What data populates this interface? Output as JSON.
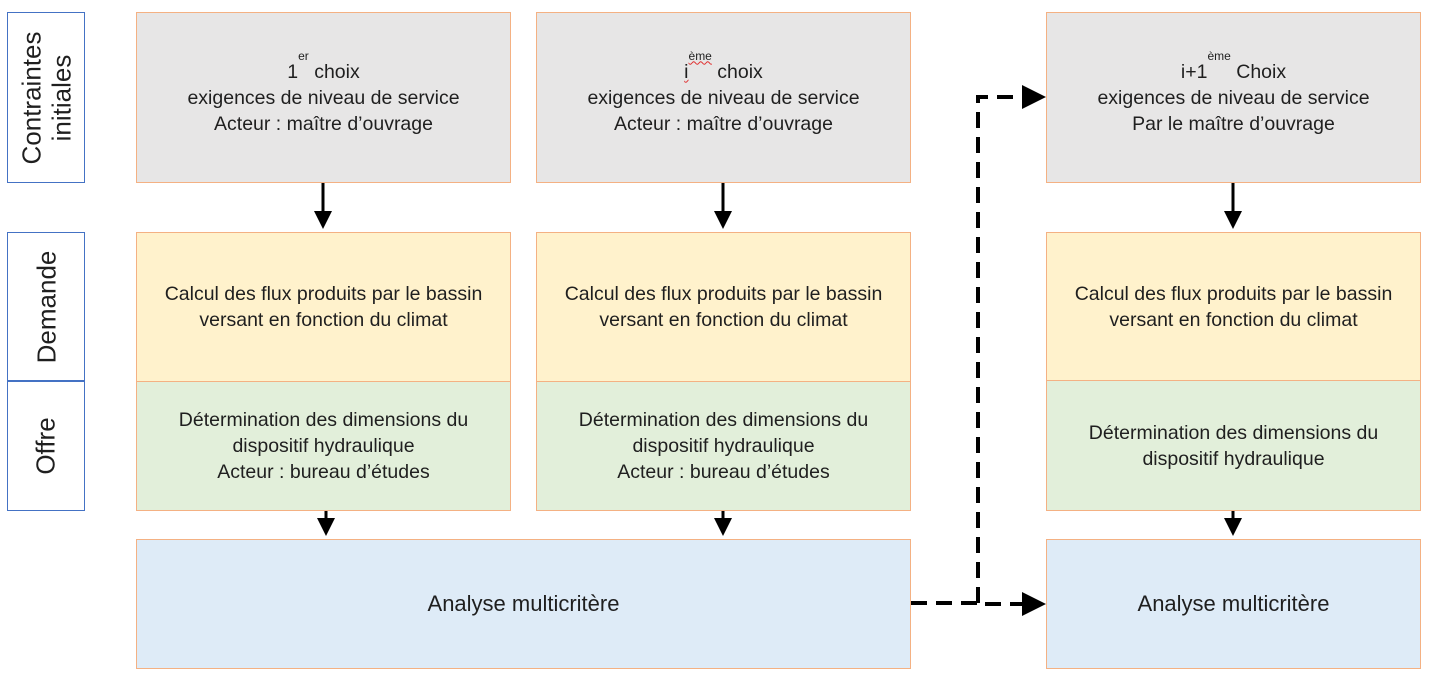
{
  "row_labels": {
    "contraintes_line1": "Contraintes",
    "contraintes_line2": "initiales",
    "demande": "Demande",
    "offre": "Offre"
  },
  "col1": {
    "choice_num": "1",
    "choice_sup": "er",
    "choice_word": " choix",
    "choice_line2": "exigences de niveau de service",
    "choice_line3": "Acteur : maître d’ouvrage",
    "demande_line1": "Calcul des flux produits par le bassin",
    "demande_line2": "versant en fonction du climat",
    "offre_line1": "Détermination des dimensions du",
    "offre_line2": "dispositif hydraulique",
    "offre_line3": "Acteur : bureau d’études"
  },
  "col2": {
    "choice_num": "i",
    "choice_sup": "ème",
    "choice_word": " choix",
    "choice_line2": "exigences de niveau de service",
    "choice_line3": "Acteur : maître d’ouvrage",
    "demande_line1": "Calcul des flux produits par le bassin",
    "demande_line2": "versant en fonction du climat",
    "offre_line1": "Détermination des dimensions du",
    "offre_line2": "dispositif hydraulique",
    "offre_line3": "Acteur : bureau d’études"
  },
  "col3": {
    "choice_num": "i+1",
    "choice_sup": "ème",
    "choice_word": " Choix",
    "choice_line2": "exigences de niveau de service",
    "choice_line3": "Par le maître d’ouvrage",
    "demande_line1": "Calcul des flux produits par le bassin",
    "demande_line2": "versant en fonction du climat",
    "offre_line1": "Détermination des dimensions du",
    "offre_line2": "dispositif hydraulique"
  },
  "analysis_left": "Analyse multicritère",
  "analysis_right": "Analyse multicritère",
  "colors": {
    "grey": "#e7e6e6",
    "yellow": "#fff2cc",
    "green": "#e2efda",
    "blue": "#deebf7",
    "box_border": "#f4b183",
    "label_border": "#4472c4"
  }
}
